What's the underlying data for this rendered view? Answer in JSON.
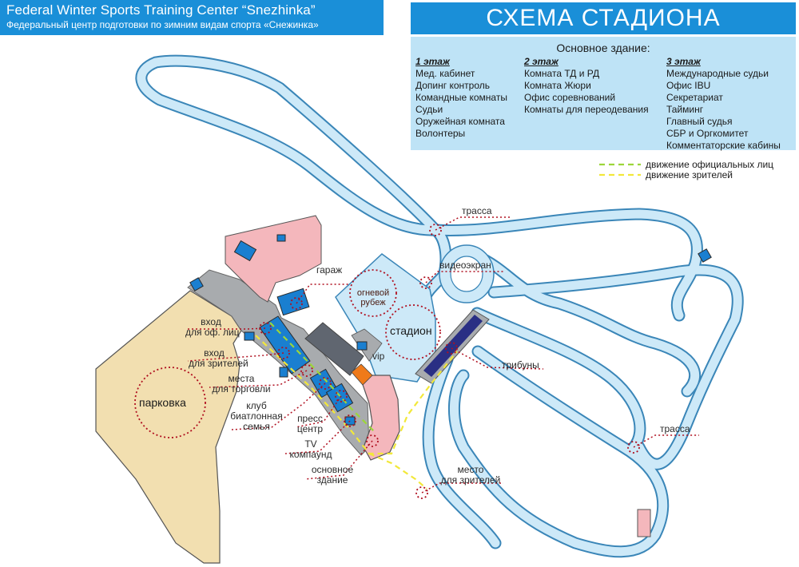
{
  "header": {
    "title_en": "Federal Winter Sports Training Center “Snezhinka”",
    "subtitle_ru": "Федеральный центр подготовки по зимним видам спорта «Снежинка»"
  },
  "title": "СХЕМА СТАДИОНА",
  "legend": {
    "building_heading": "Основное здание:",
    "floor1": {
      "heading": "1 этаж",
      "items": [
        "Мед. кабинет",
        "Допинг контроль",
        "Командные комнаты",
        "Судьи",
        "Оружейная комната",
        "Волонтеры"
      ]
    },
    "floor2": {
      "heading": "2 этаж",
      "items": [
        "Комната ТД и РД",
        "Комната Жюри",
        "Офис соревнований",
        "Комнаты для переодевания"
      ]
    },
    "floor3": {
      "heading": "3 этаж",
      "items": [
        "Международные судьи",
        "Офис IBU",
        "Секретариат",
        "Тайминг",
        "Главный судья",
        "СБР и Оргкомитет",
        "Комментаторские кабины"
      ]
    },
    "movement_officials": "движение официальных лиц",
    "movement_spectators": "движение зрителей",
    "color_officials": "#9cd63a",
    "color_spectators": "#f2e83a"
  },
  "labels": {
    "track_top": "трасса",
    "video_screen": "видеоэкран",
    "garage": "гараж",
    "fire_line_1": "огневой",
    "fire_line_2": "рубеж",
    "stadium": "стадион",
    "entrance_officials_1": "вход",
    "entrance_officials_2": "для оф. лиц",
    "entrance_spectators_1": "вход",
    "entrance_spectators_2": "для зрителей",
    "trade_1": "места",
    "trade_2": "для торговли",
    "vip": "vip",
    "stands": "трибуны",
    "club_1": "клуб",
    "club_2": "биатлонная",
    "club_3": "семья",
    "press_1": "пресс",
    "press_2": "центр",
    "tv_1": "TV",
    "tv_2": "компаунд",
    "main_building_1": "основное",
    "main_building_2": "здание",
    "parking": "парковка",
    "track_right": "трасса",
    "spectator_place_1": "место",
    "spectator_place_2": "для зрителей"
  },
  "colors": {
    "track_fill": "#cde9f8",
    "track_stroke": "#3a86b8",
    "parking": "#f2dfb0",
    "building_pink": "#f4b7bc",
    "building_blue": "#1a7fd0",
    "gray_area": "#a8abae",
    "dark_stand": "#2a2f84",
    "orange": "#ef7a1a",
    "marker": "#b01020"
  }
}
